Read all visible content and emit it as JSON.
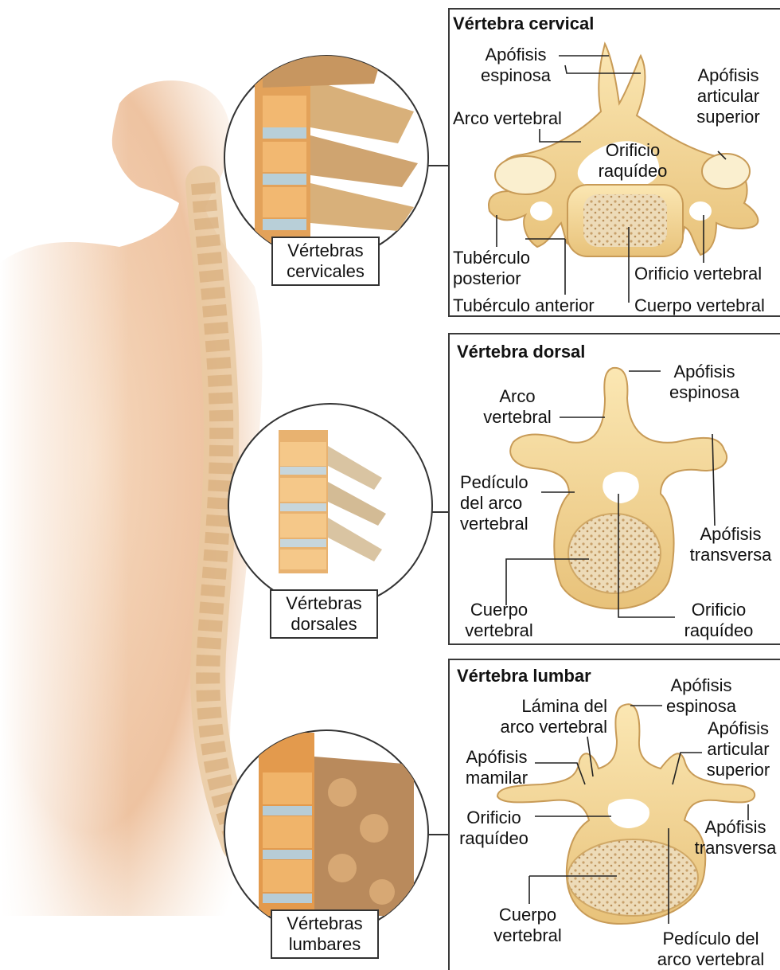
{
  "circles": {
    "cervical": {
      "line1": "Vértebras",
      "line2": "cervicales"
    },
    "dorsal": {
      "line1": "Vértebras",
      "line2": "dorsales"
    },
    "lumbar": {
      "line1": "Vértebras",
      "line2": "lumbares"
    }
  },
  "cervical": {
    "title": "Vértebra cervical",
    "espinosa": [
      "Apófisis",
      "espinosa"
    ],
    "articular": [
      "Apófisis",
      "articular",
      "superior"
    ],
    "arco": "Arco vertebral",
    "orificio_raquideo": [
      "Orificio",
      "raquídeo"
    ],
    "tub_posterior": [
      "Tubérculo",
      "posterior"
    ],
    "orificio_vertebral": "Orificio vertebral",
    "tub_anterior": "Tubérculo anterior",
    "cuerpo": "Cuerpo vertebral"
  },
  "dorsal": {
    "title": "Vértebra dorsal",
    "espinosa": [
      "Apófisis",
      "espinosa"
    ],
    "arco": [
      "Arco",
      "vertebral"
    ],
    "pediculo": [
      "Pedículo",
      "del arco",
      "vertebral"
    ],
    "transversa": [
      "Apófisis",
      "transversa"
    ],
    "cuerpo": [
      "Cuerpo",
      "vertebral"
    ],
    "orificio": [
      "Orificio",
      "raquídeo"
    ]
  },
  "lumbar": {
    "title": "Vértebra lumbar",
    "espinosa": [
      "Apófisis",
      "espinosa"
    ],
    "lamina": [
      "Lámina del",
      "arco vertebral"
    ],
    "articular": [
      "Apófisis",
      "articular",
      "superior"
    ],
    "mamilar": [
      "Apófisis",
      "mamilar"
    ],
    "orificio": [
      "Orificio",
      "raquídeo"
    ],
    "transversa": [
      "Apófisis",
      "transversa"
    ],
    "cuerpo": [
      "Cuerpo",
      "vertebral"
    ],
    "pediculo": [
      "Pedículo del",
      "arco vertebral"
    ]
  }
}
